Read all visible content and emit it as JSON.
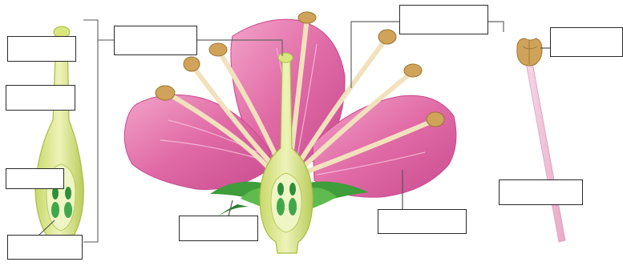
{
  "diagram": {
    "subject": "flower-anatomy",
    "colors": {
      "petal": "#e06aa6",
      "petal_light": "#f4a8cb",
      "petal_dark": "#c24588",
      "pistil": "#dfe99a",
      "pistil_dark": "#a9c04e",
      "ovule": "#3fa84a",
      "filament": "#f3e6c4",
      "anther": "#cfa45a",
      "anther_dark": "#9c7530",
      "sepal": "#3f9d3b",
      "leader_line": "#666666",
      "box_border": "#2a2a2a"
    },
    "labels": [
      {
        "id": "box-pistil-stigma",
        "text": ""
      },
      {
        "id": "box-pistil-style",
        "text": ""
      },
      {
        "id": "box-pistil-ovary",
        "text": ""
      },
      {
        "id": "box-pistil-ovule",
        "text": ""
      },
      {
        "id": "box-carpel",
        "text": ""
      },
      {
        "id": "box-sepal",
        "text": ""
      },
      {
        "id": "box-stamen",
        "text": ""
      },
      {
        "id": "box-petal",
        "text": ""
      },
      {
        "id": "box-anther",
        "text": ""
      },
      {
        "id": "box-filament",
        "text": ""
      }
    ]
  }
}
